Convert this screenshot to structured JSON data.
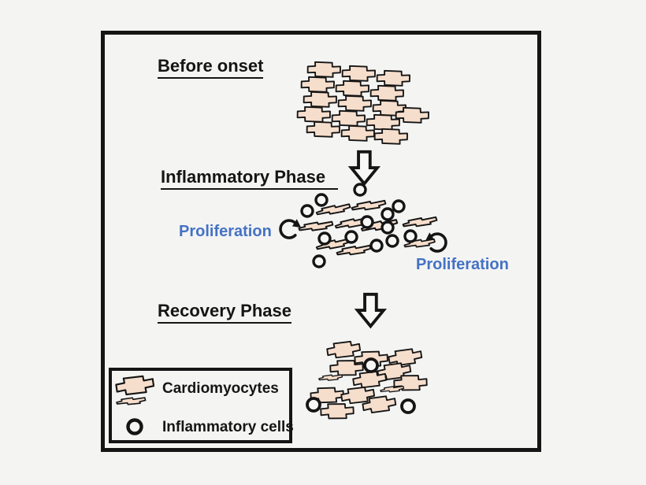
{
  "diagram": {
    "phases": {
      "before": {
        "label": "Before onset"
      },
      "inflammatory": {
        "label": "Inflammatory Phase",
        "annotations": {
          "proliferation_left": "Proliferation",
          "proliferation_right": "Proliferation"
        }
      },
      "recovery": {
        "label": "Recovery Phase"
      }
    },
    "legend": {
      "items": [
        {
          "icon": "cardiomyocyte-shapes-icon",
          "label": "Cardiomyocytes"
        },
        {
          "icon": "inflammatory-cell-circle-icon",
          "label": "Inflammatory cells"
        }
      ]
    },
    "icons": {
      "flow_arrow": "hollow-block-down-arrow",
      "proliferation_arrow": "circular-rotation-arrow"
    },
    "colors": {
      "cardiomyocyte_fill": "#F6DECC",
      "outline": "#151515",
      "proliferation_text": "#4472C4",
      "background": "#F4F4F3"
    }
  }
}
